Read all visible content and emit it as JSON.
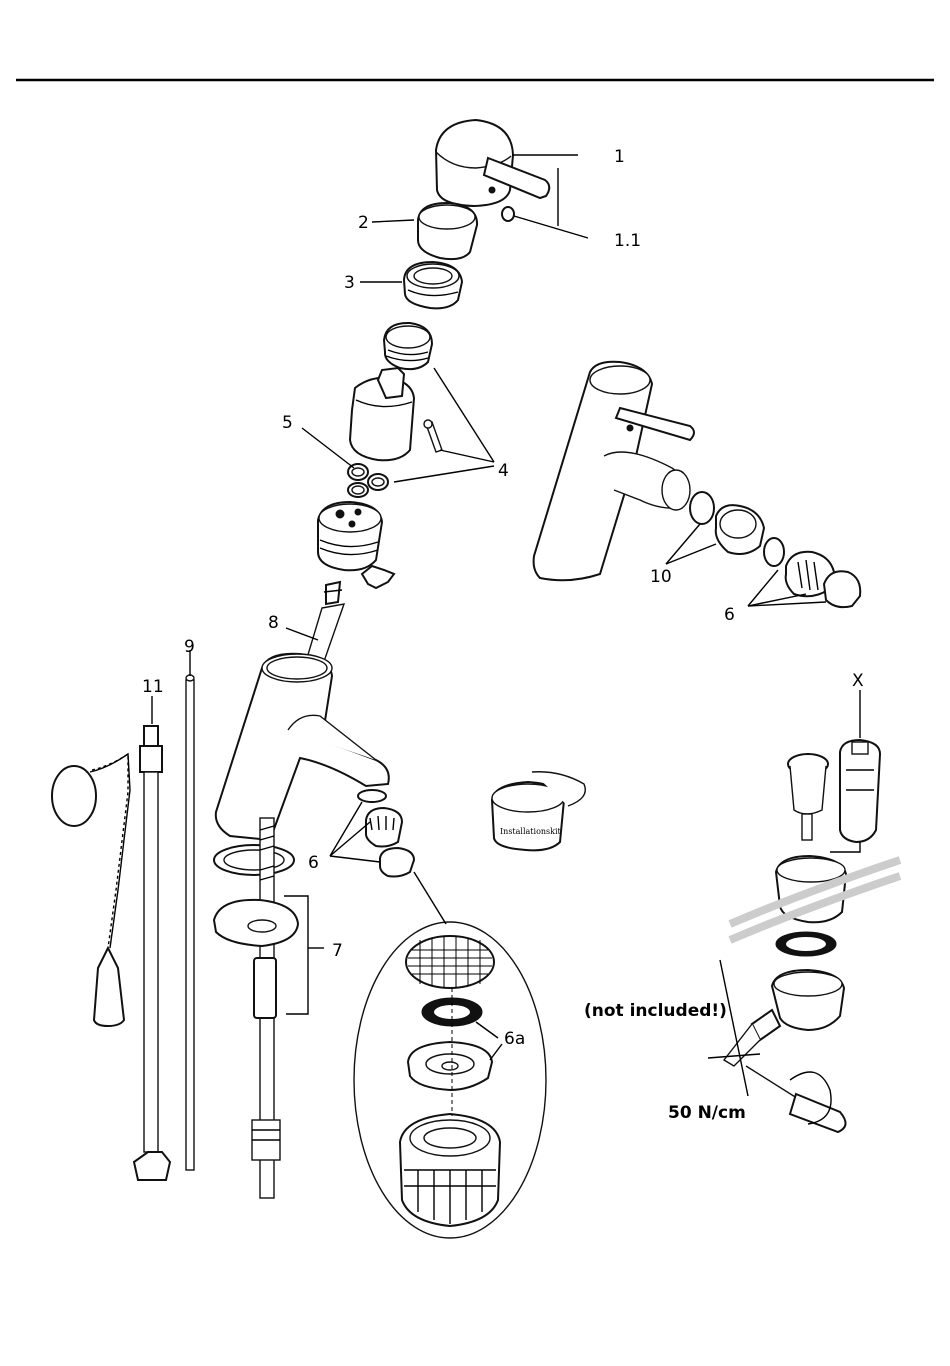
{
  "callouts": {
    "c1": "1",
    "c1_1": "1.1",
    "c2": "2",
    "c3": "3",
    "c4": "4",
    "c5": "5",
    "c6_top": "6",
    "c6_mid": "6",
    "c6a": "6a",
    "c7": "7",
    "c8": "8",
    "c9": "9",
    "c10": "10",
    "c11": "11",
    "cX": "X"
  },
  "notes": {
    "not_included": "(not included!)",
    "torque": "50 N/cm",
    "box_label": "Installationskit"
  }
}
